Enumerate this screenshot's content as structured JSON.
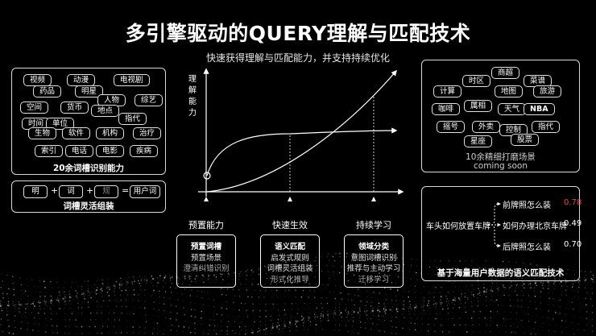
{
  "header": {
    "title": "多引擎驱动的QUERY理解与匹配技术",
    "subtitle": "快速获得理解与匹配能力，并支持持续优化"
  },
  "left_panel": {
    "tags": [
      "视频",
      "动漫",
      "电视剧",
      "药品",
      "明星",
      "人物",
      "综艺",
      "空间",
      "货币",
      "地点",
      "指代",
      "时间",
      "单位",
      "生物",
      "软件",
      "机构",
      "治疗",
      "索引",
      "电话",
      "电影",
      "疾病"
    ],
    "caption": "20余词槽识别能力"
  },
  "combine_panel": {
    "items": [
      "明",
      "词",
      "规",
      "用户词"
    ],
    "plus": "+",
    "equals": "=",
    "caption": "词槽灵活组装"
  },
  "chart": {
    "y_label_chars": [
      "理",
      "解",
      "能",
      "力"
    ],
    "stages": [
      {
        "label": "预置能力",
        "lines": [
          "预置词槽",
          "预置场景",
          "澄清纠错识别"
        ]
      },
      {
        "label": "快速生效",
        "lines": [
          "语义匹配",
          "启发式规则",
          "词槽灵活组装",
          "形式化推导"
        ]
      },
      {
        "label": "持续学习",
        "lines": [
          "领域分类",
          "意图词槽识别",
          "推荐与主动学习",
          "迁移学习"
        ]
      }
    ]
  },
  "right_panel": {
    "tags": [
      "商超",
      "时区",
      "菜谱",
      "计算",
      "地图",
      "旅游",
      "属相",
      "咖啡",
      "天气",
      "NBA",
      "摇号",
      "外卖",
      "控制",
      "指代",
      "星座",
      "股票"
    ],
    "caption": "10余精细打磨场景",
    "caption2": "coming soon"
  },
  "matching_panel": {
    "source_query": "车头如何放置车牌",
    "matches": [
      {
        "text": "前牌照怎么装",
        "score": "0.78"
      },
      {
        "text": "如何办理北京车牌",
        "score": "0.49"
      },
      {
        "text": "后牌照怎么装",
        "score": "0.70"
      }
    ],
    "caption": "基于海量用户数据的语义匹配技术",
    "highlight_color": "#ff3b30"
  }
}
